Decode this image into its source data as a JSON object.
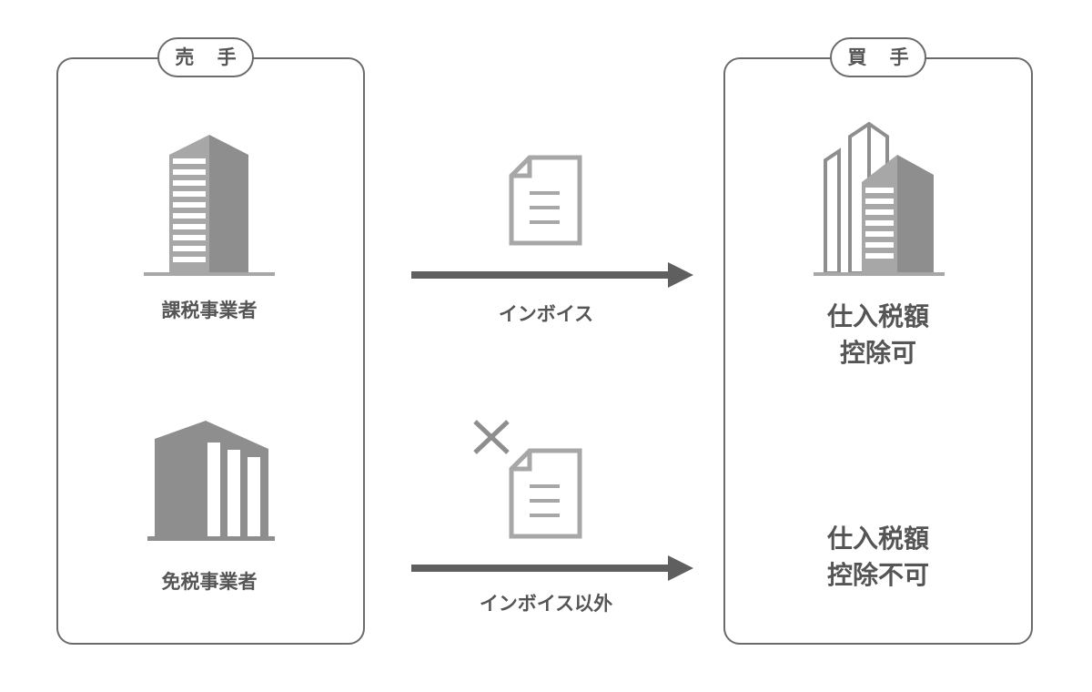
{
  "seller": {
    "label": "売 手",
    "taxable_business": "課税事業者",
    "exempt_business": "免税事業者"
  },
  "buyer": {
    "label": "買 手",
    "result_allowed": {
      "line1": "仕入税額",
      "line2": "控除可"
    },
    "result_denied": {
      "line1": "仕入税額",
      "line2": "控除不可"
    }
  },
  "flows": {
    "invoice_label": "インボイス",
    "non_invoice_label": "インボイス以外"
  },
  "colors": {
    "line": "#6b6b6b",
    "icon_dark": "#8e8e8e",
    "icon_light": "#a7a7a7",
    "arrow": "#5f5f5f"
  },
  "icons": {
    "seller_taxable": "office-tower-icon",
    "seller_exempt": "warehouse-building-icon",
    "buyer": "city-buildings-icon",
    "document": "document-icon",
    "cross": "cross-icon"
  }
}
